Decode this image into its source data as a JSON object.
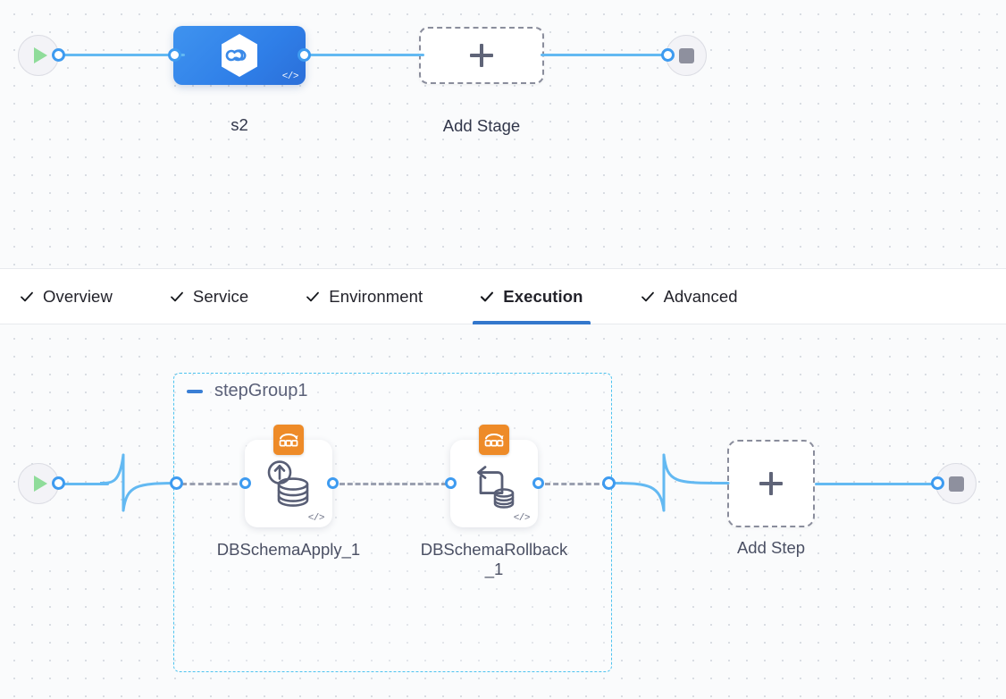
{
  "tabs": [
    {
      "label": "Overview",
      "icon": "check-icon",
      "active": false
    },
    {
      "label": "Service",
      "icon": "check-icon",
      "active": false
    },
    {
      "label": "Environment",
      "icon": "check-icon",
      "active": false
    },
    {
      "label": "Execution",
      "icon": "check-icon",
      "active": true
    },
    {
      "label": "Advanced",
      "icon": "check-icon",
      "active": false
    }
  ],
  "stage_canvas": {
    "start_node": {
      "name": "pipeline-start",
      "icon": "play-icon"
    },
    "stage": {
      "label": "s2",
      "icon": "harness-hexagon-icon",
      "code_icon": "code-icon",
      "color": "#2f7fe8"
    },
    "add_stage": {
      "label": "Add Stage",
      "icon": "plus-icon"
    },
    "end_node": {
      "name": "pipeline-end",
      "icon": "stop-icon"
    }
  },
  "execution_canvas": {
    "start_node": {
      "name": "execution-start",
      "icon": "play-icon"
    },
    "step_group": {
      "title": "stepGroup1",
      "collapse_icon": "minus-icon",
      "border_color": "#4ec3ef",
      "steps": [
        {
          "label": "DBSchemaApply_1",
          "badge_icon": "deployment-badge-icon",
          "glyph_icon": "database-apply-icon",
          "code_icon": "code-icon"
        },
        {
          "label": "DBSchemaRollback_1",
          "badge_icon": "deployment-badge-icon",
          "glyph_icon": "database-rollback-icon",
          "code_icon": "code-icon"
        }
      ]
    },
    "add_step": {
      "label": "Add Step",
      "icon": "plus-icon"
    },
    "end_node": {
      "name": "execution-end",
      "icon": "stop-icon"
    }
  },
  "colors": {
    "accent_blue": "#3377cc",
    "wire_blue": "#63b9f2",
    "port_blue": "#3e9bf0",
    "badge_orange": "#ee8b28",
    "group_cyan": "#4ec3ef",
    "canvas_bg": "#fafbfc"
  }
}
